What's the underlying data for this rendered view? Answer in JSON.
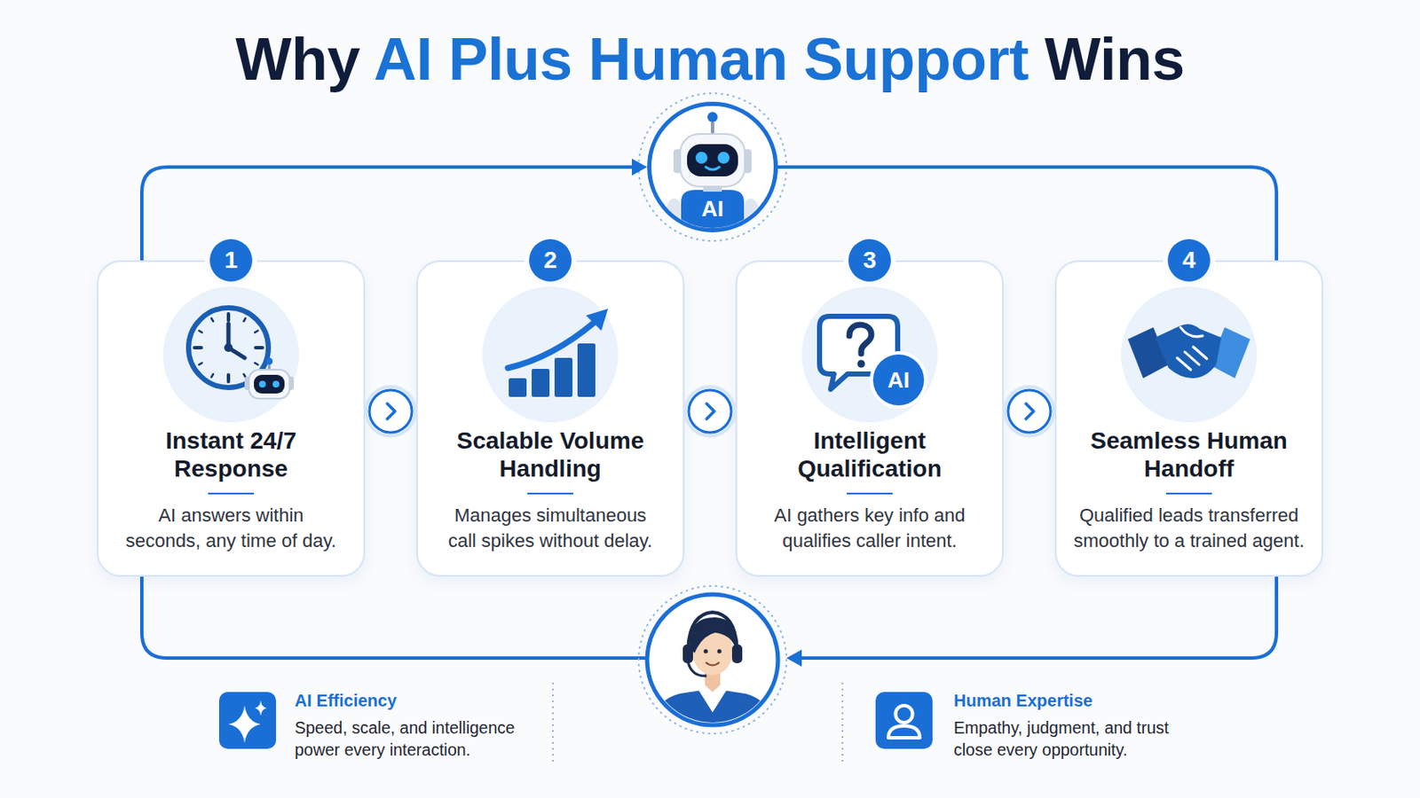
{
  "diagram": {
    "title": "Why AI Plus Human Support Wins",
    "nodes": [
      {
        "text": [
          "AI"
        ]
      },
      {
        "text": [
          "1",
          "Instant 24/7 Response",
          "AI answers within seconds, any time of day."
        ]
      },
      {
        "text": [
          "2",
          "Scalable Volume Handling",
          "Manages simultaneous call spikes without delay."
        ]
      },
      {
        "text": [
          "3",
          "Intelligent Qualification",
          "AI gathers key info and qualifies caller intent."
        ]
      },
      {
        "text": [
          "AI"
        ],
        "in": 3
      },
      {
        "text": [
          "4",
          "Seamless Human Handoff",
          "Qualified leads transferred smoothly to a trained agent."
        ]
      }
    ],
    "edges": [
      {
        "from": 1,
        "to": 0,
        "arrow": "to"
      },
      {
        "from": 0,
        "to": 5,
        "arrow": "none"
      },
      {
        "from": 1,
        "to": 2,
        "arrow": "to"
      },
      {
        "from": 2,
        "to": 3,
        "arrow": "to"
      },
      {
        "from": 3,
        "to": 5,
        "arrow": "to"
      }
    ],
    "labels": [
      "AI Efficiency",
      "Speed, scale, and intelligence power every interaction.",
      "Human Expertise",
      "Empathy, judgment, and trust close every opportunity."
    ]
  }
}
